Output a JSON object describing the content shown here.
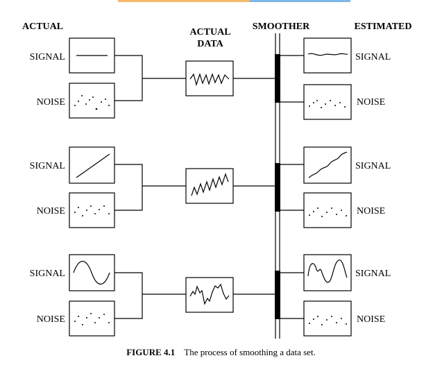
{
  "headers": {
    "actual": "ACTUAL",
    "actual_data_line1": "ACTUAL",
    "actual_data_line2": "DATA",
    "smoother": "SMOOTHER",
    "estimated": "ESTIMATED"
  },
  "labels": {
    "signal": "SIGNAL",
    "noise": "NOISE"
  },
  "caption": {
    "figure": "FIGURE 4.1",
    "text": "The process of smoothing a data set."
  },
  "colors": {
    "ink": "#000000",
    "accent_orange": "#f4b96b",
    "accent_blue": "#7fb6e8"
  }
}
